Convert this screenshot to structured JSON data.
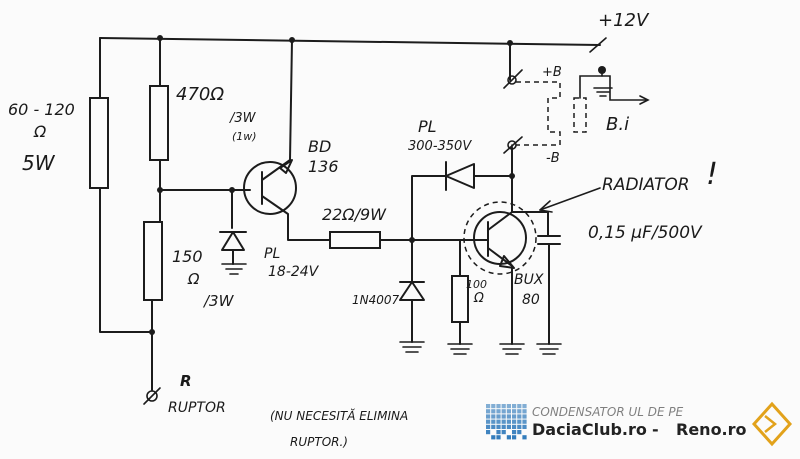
{
  "supply": {
    "label": "+12V"
  },
  "r_left": {
    "value": "60 - 120",
    "unit": "Ω",
    "power": "5W"
  },
  "r_top": {
    "value": "470Ω",
    "power": "/3W",
    "alt_power": "(1w)"
  },
  "r_bottom": {
    "value": "150",
    "unit": "Ω",
    "power": "/3W"
  },
  "zener_base": {
    "name": "PL",
    "voltage": "18-24V"
  },
  "transistor_driver": {
    "name": "BD",
    "number": "136"
  },
  "r_series": {
    "label": "22Ω/9W"
  },
  "zener_top": {
    "name": "PL",
    "voltage": "300-350V"
  },
  "diode": {
    "name": "1N4007"
  },
  "r_emitter": {
    "value": "100",
    "unit": "Ω"
  },
  "transistor_power": {
    "name": "BUX",
    "number": "80"
  },
  "radiator": {
    "label": "RADIATOR",
    "mark": "!"
  },
  "capacitor": {
    "label": "0,15 μF/500V"
  },
  "coil": {
    "plus": "+B",
    "minus": "-B",
    "name": "B.i"
  },
  "ruptor": {
    "letter": "R",
    "label": "RUPTOR"
  },
  "note": {
    "line1": "(NU NECESITĂ ELIMINA",
    "line1_obscured": "CONDENSATOR UL DE PE",
    "line2": "RUPTOR.)"
  },
  "watermark": {
    "brand1": "DaciaClub.ro",
    "separator": " - ",
    "brand2": "Reno.ro"
  },
  "colors": {
    "ink": "#1c1c1c",
    "paper": "#fbfbfb",
    "logo_blue": "#1f6fb5",
    "logo_orange": "#e2a21b"
  }
}
